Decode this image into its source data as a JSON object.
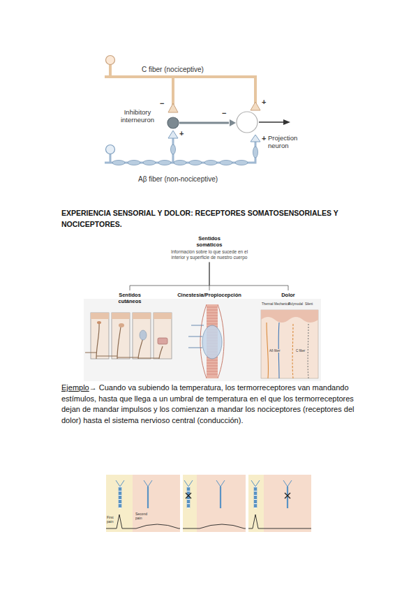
{
  "diagram": {
    "title": "EXPERIENCIA SENSORIAL Y DOLOR: RECEPTORES SOMATOSENSORIALES Y NOCICEPTORES.",
    "nodes": [
      {
        "text": [
          "Inhibitory interneuron"
        ]
      },
      {
        "text": [
          "Projection neuron"
        ]
      },
      {
        "text": [
          "Sentidos somáticos",
          "Información sobre lo que sucede en el interior y superficie de nuestro cuerpo"
        ]
      },
      {
        "text": [
          "Sentidos cutáneos"
        ]
      },
      {
        "text": [
          "Cinestesia/Propiocepción"
        ]
      },
      {
        "text": [
          "Dolor"
        ]
      }
    ],
    "edges": [
      {
        "from": 0,
        "to": 1,
        "arrow": "to",
        "label": "−"
      },
      {
        "from": 2,
        "to": 3,
        "arrow": "none"
      },
      {
        "from": 2,
        "to": 4,
        "arrow": "none"
      },
      {
        "from": 2,
        "to": 5,
        "arrow": "none"
      }
    ],
    "labels": [
      "C fiber (nociceptive)",
      "−",
      "+",
      "+",
      "+",
      "Aβ fiber (non-nociceptive)",
      "Thermal",
      "Mechanical",
      "Polymodal",
      "Silent",
      "Aδ fiber",
      "C fiber",
      "Ejemplo",
      "→ Cuando va subiendo la temperatura, los termorreceptores van mandando estímulos, hasta que llega a un umbral de temperatura en el que los termorreceptores dejan de mandar impulsos y los comienzan a mandar los nociceptores (receptores del dolor) hasta el sistema nervioso central (conducción).",
      "First pain",
      "Second pain"
    ]
  }
}
